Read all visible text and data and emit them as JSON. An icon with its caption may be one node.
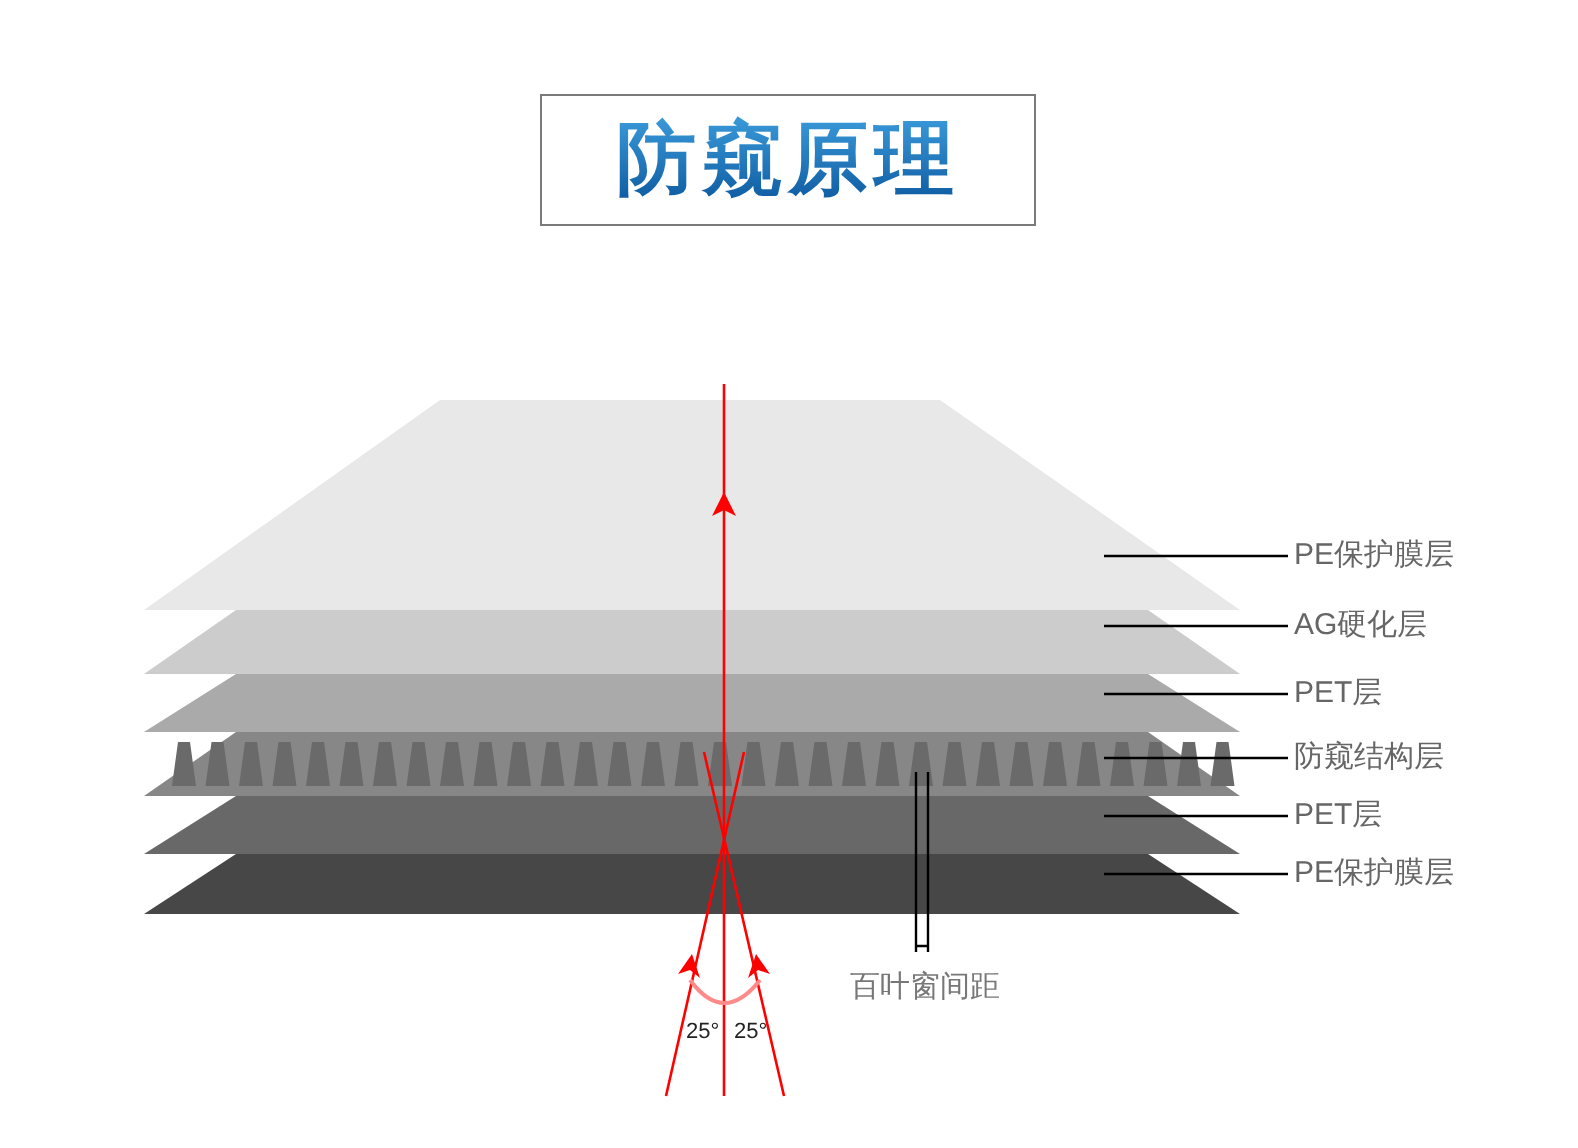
{
  "diagram": {
    "title": "防窥原理",
    "nodes": [
      {
        "text": [
          "PE保护膜层"
        ]
      },
      {
        "text": [
          "AG硬化层"
        ]
      },
      {
        "text": [
          "PET层"
        ]
      },
      {
        "text": [
          "防窥结构层"
        ]
      },
      {
        "text": [
          "PET层"
        ]
      },
      {
        "text": [
          "PE保护膜层"
        ]
      },
      {
        "text": [],
        "shape": "band"
      },
      {
        "text": [],
        "shape": "band"
      },
      {
        "text": [],
        "shape": "band"
      },
      {
        "text": [],
        "shape": "band"
      },
      {
        "text": [],
        "shape": "band"
      },
      {
        "text": [],
        "shape": "band"
      }
    ],
    "edges": [
      {
        "from": 0,
        "to": 6,
        "arrow": "none"
      },
      {
        "from": 1,
        "to": 7,
        "arrow": "none"
      },
      {
        "from": 2,
        "to": 8,
        "arrow": "none"
      },
      {
        "from": 3,
        "to": 9,
        "arrow": "none"
      },
      {
        "from": 4,
        "to": 10,
        "arrow": "none"
      },
      {
        "from": 5,
        "to": 11,
        "arrow": "none"
      }
    ],
    "labels": [
      "百叶窗间距",
      "25°",
      "25°"
    ]
  }
}
